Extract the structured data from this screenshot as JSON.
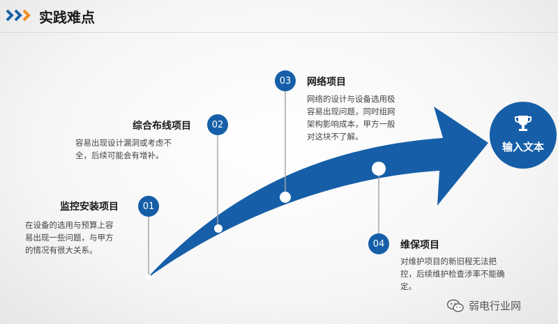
{
  "header": {
    "title": "实践难点"
  },
  "items": [
    {
      "number": "01",
      "title": "监控安装项目",
      "desc": [
        "在设备的选用与预算上容",
        "易出现一些问题，与甲方",
        "的情况有很大关系。"
      ]
    },
    {
      "number": "02",
      "title": "综合布线项目",
      "desc": [
        "容易出现设计漏洞或考虑不",
        "全，后续可能会有增补。"
      ]
    },
    {
      "number": "03",
      "title": "网络项目",
      "desc": [
        "网络的设计与设备选用极",
        "容易出现问题，同时组网",
        "架构影响成本，甲方一般",
        "对这块不了解。"
      ]
    },
    {
      "number": "04",
      "title": "维保项目",
      "desc": [
        "对维护项目的新旧程无法把",
        "控，后续维护检查涉率不能确",
        "定。"
      ]
    }
  ],
  "goal": {
    "label": "输入文本",
    "icon": "trophy-icon"
  },
  "watermark": {
    "text": "弱电行业网",
    "icon": "wechat-icon"
  },
  "colors": {
    "primary": "#165fa8",
    "accent": "#f08a1c",
    "text": "#1a1a1a"
  }
}
